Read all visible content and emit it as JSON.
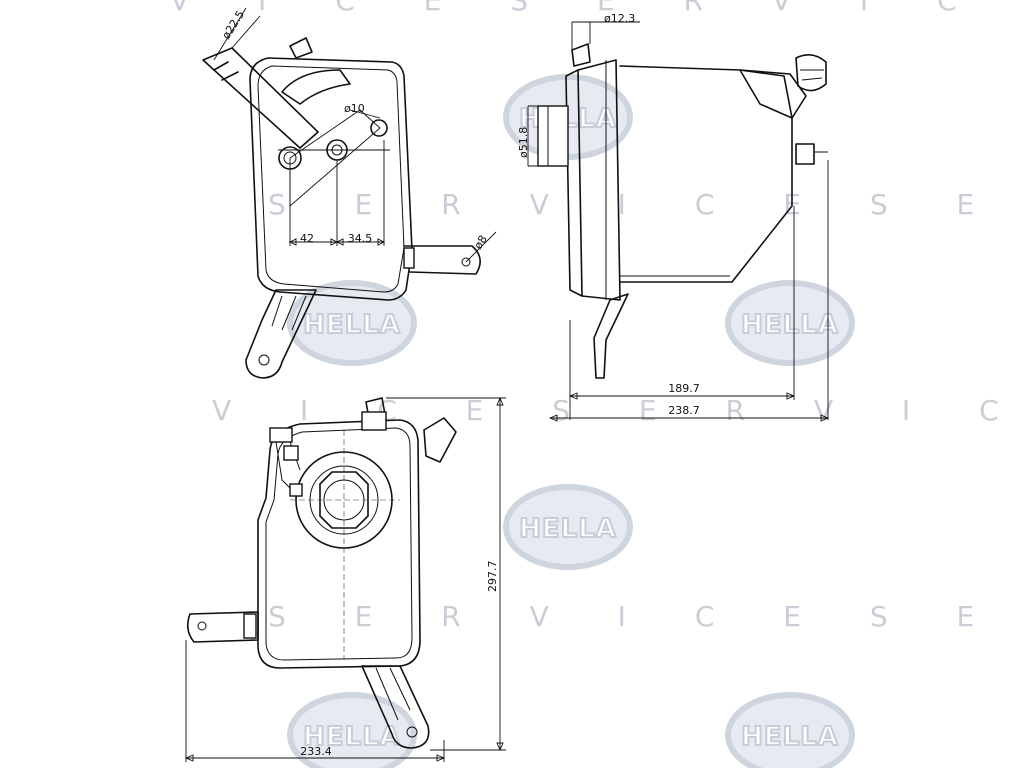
{
  "watermarks": {
    "brand": "HELLA",
    "service_rows": [
      {
        "text": "V I C E  S E R V I C"
      },
      {
        "text": "S E R V I C E  S E"
      },
      {
        "text": "V I C E  S E R V I C"
      },
      {
        "text": "S E R V I C E  S E"
      }
    ]
  },
  "dimensions": {
    "top_left": {
      "hose_diameter": "ø22.5",
      "port_diameter": "ø10",
      "mount_hole": "ø8",
      "offset_a": "42",
      "offset_b": "34.5"
    },
    "top_right": {
      "small_port": "ø12.3",
      "cap_diameter": "ø51.8",
      "depth_inner": "189.7",
      "depth_total": "238.7"
    },
    "bottom": {
      "width": "233.4",
      "height": "297.7"
    }
  }
}
